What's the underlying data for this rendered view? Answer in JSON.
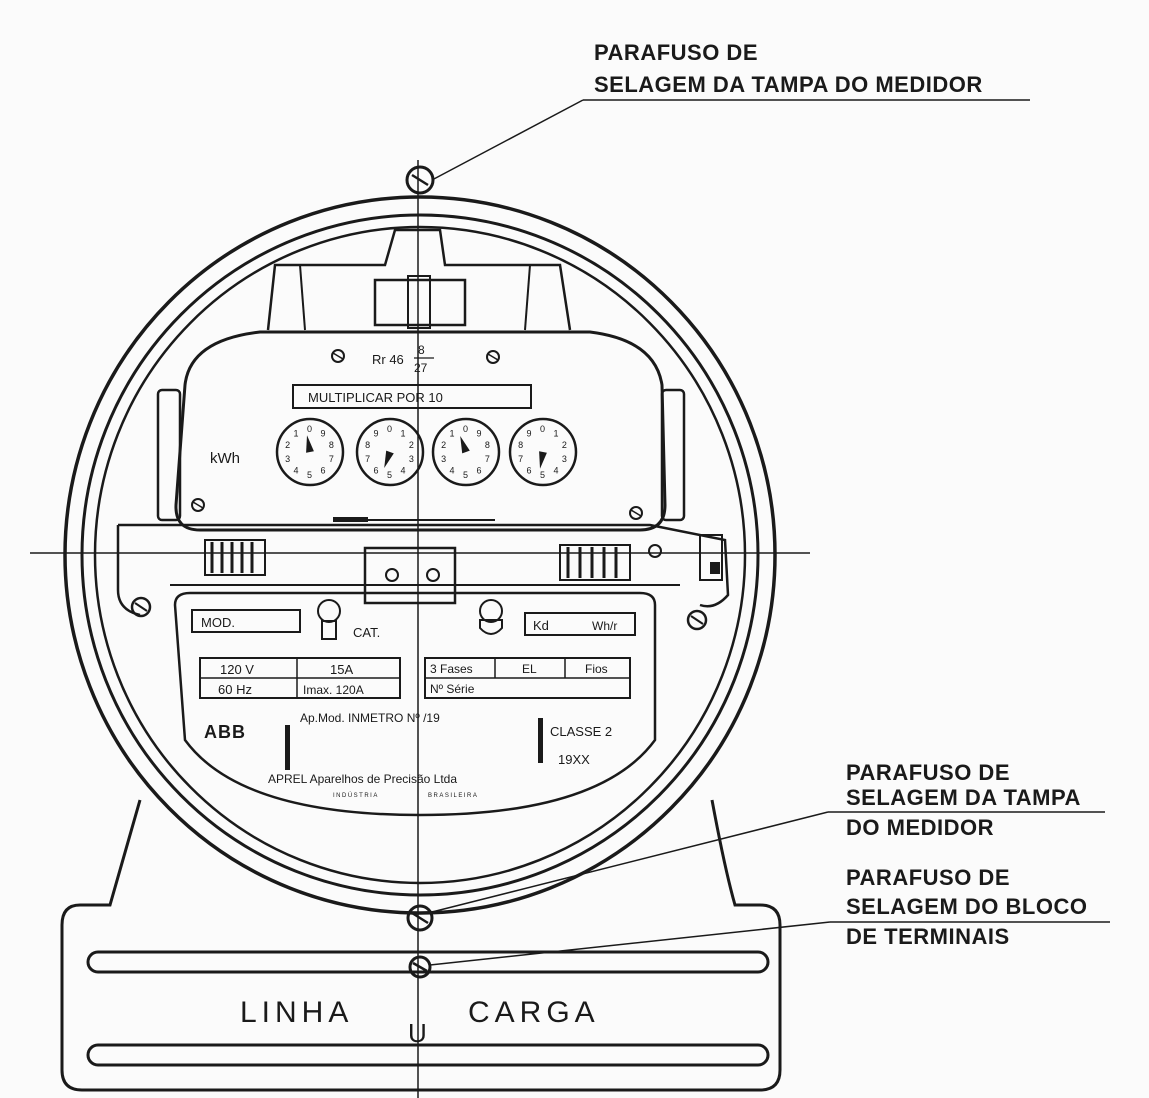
{
  "callouts": {
    "top": [
      "PARAFUSO DE",
      "SELAGEM DA TAMPA DO MEDIDOR"
    ],
    "lower_cover": [
      "PARAFUSO DE",
      "SELAGEM DA TAMPA",
      "DO MEDIDOR"
    ],
    "terminal_block": [
      "PARAFUSO DE",
      "SELAGEM DO BLOCO",
      "DE TERMINAIS"
    ]
  },
  "register": {
    "rr_label": "Rr 46",
    "rr_fraction_top": "8",
    "rr_fraction_bottom": "27",
    "multiplier": "MULTIPLICAR POR 10",
    "unit": "kWh",
    "dial_numerals": [
      "0",
      "1",
      "2",
      "3",
      "4",
      "5",
      "6",
      "7",
      "8",
      "9"
    ]
  },
  "nameplate": {
    "mod_label": "MOD.",
    "cat_label": "CAT.",
    "kd_label": "Kd",
    "kd_unit": "Wh/r",
    "voltage": "120 V",
    "current": "15A",
    "frequency": "60 Hz",
    "imax": "Imax. 120A",
    "phases": "3 Fases",
    "el": "EL",
    "wires": "Fios",
    "serial": "Nº Série",
    "approval": "Ap.Mod. INMETRO Nº   /19",
    "brand": "ABB",
    "class": "CLASSE 2",
    "year": "19XX",
    "maker": "APREL  Aparelhos de Precisão Ltda",
    "maker_sub_left": "INDÚSTRIA",
    "maker_sub_right": "BRASILEIRA"
  },
  "terminal_labels": {
    "line": "LINHA",
    "load": "CARGA",
    "center_mark": "U"
  }
}
